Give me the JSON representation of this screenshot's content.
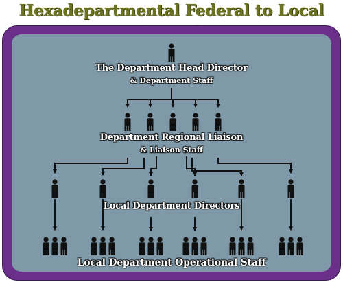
{
  "title": "Hexadepartmental Federal to Local Hierarchy",
  "levels": {
    "head": {
      "label": "The Department Head Director",
      "sublabel": "& Department Staff"
    },
    "regional": {
      "label": "Department Regional Liaison",
      "sublabel": "& Liaison Staff"
    },
    "local_directors": {
      "label": "Local Department Directors"
    },
    "operational": {
      "label": "Local Department Operational Staff"
    }
  },
  "colors": {
    "title": "#6b7321",
    "frame": "#6a2f88",
    "panel": "#7f99a8",
    "figure": "#111111",
    "arrow": "#111111",
    "label_text": "#ffffff"
  },
  "icon": "person-icon"
}
